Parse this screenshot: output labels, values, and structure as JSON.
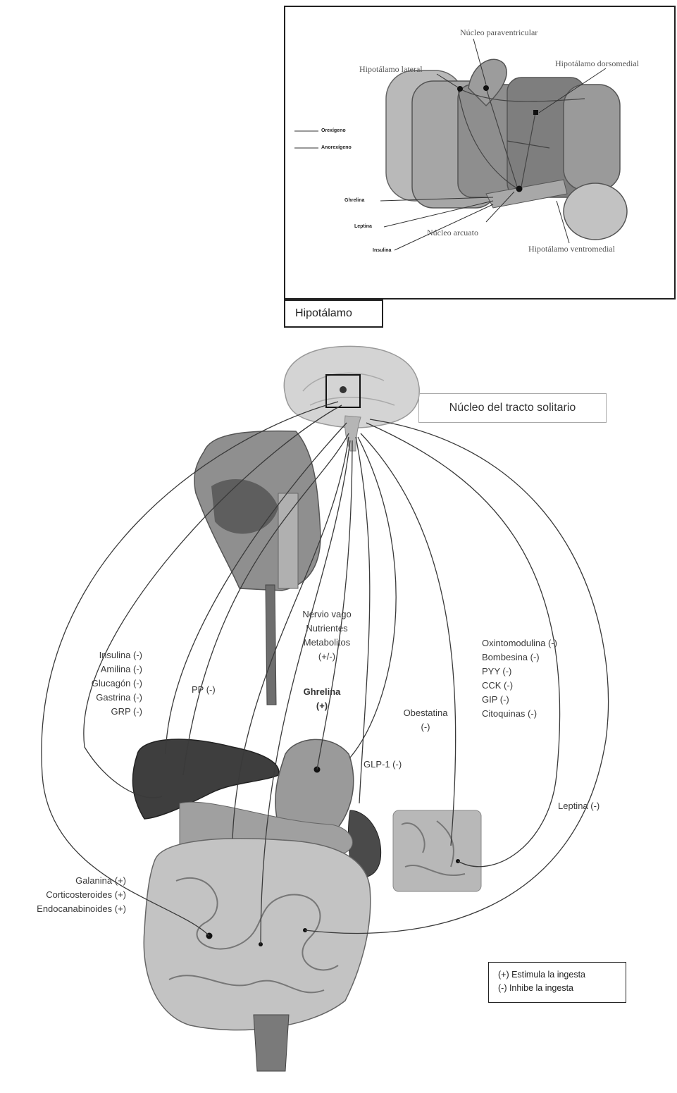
{
  "inset": {
    "title": "Hipotálamo",
    "labels": {
      "paraventricular": "Núcleo paraventricular",
      "lateral": "Hipotálamo lateral",
      "dorsomedial": "Hipotálamo dorsomedial",
      "arcuato": "Núcleo arcuato",
      "ventromedial": "Hipotálamo ventromedial",
      "orexigeno": "Orexígeno",
      "anorexigeno": "Anorexígeno",
      "ghrelina": "Ghrelina",
      "leptina": "Leptina",
      "insulina": "Insulina"
    }
  },
  "nucleo_tracto": "Núcleo del tracto solitario",
  "groups": {
    "left_pancreas": [
      "Insulina (-)",
      "Amilina (-)",
      "Glucagón (-)",
      "Gastrina (-)",
      "GRP (-)"
    ],
    "pp": "PP (-)",
    "vago": [
      "Nervio vago",
      "Nutrientes",
      "Metabolitos",
      "(+/-)"
    ],
    "ghrelina": [
      "Ghrelina",
      "(+)"
    ],
    "obestatina": [
      "Obestatina",
      "(-)"
    ],
    "glp1": "GLP-1 (-)",
    "intestinal": [
      "Oxintomodulina (-)",
      "Bombesina (-)",
      "PYY (-)",
      "CCK (-)",
      "GIP (-)",
      "Citoquinas (-)"
    ],
    "leptina": "Leptina (-)",
    "stimulators": [
      "Galanina (+)",
      "Corticosteroides (+)",
      "Endocanabinoides (+)"
    ]
  },
  "legend": [
    "(+) Estimula la ingesta",
    "(-) Inhibe la ingesta"
  ],
  "colors": {
    "line": "#3a3a3a",
    "organ_dark": "#4a4a4a",
    "organ_mid": "#8a8a8a",
    "organ_light": "#c4c4c4"
  }
}
